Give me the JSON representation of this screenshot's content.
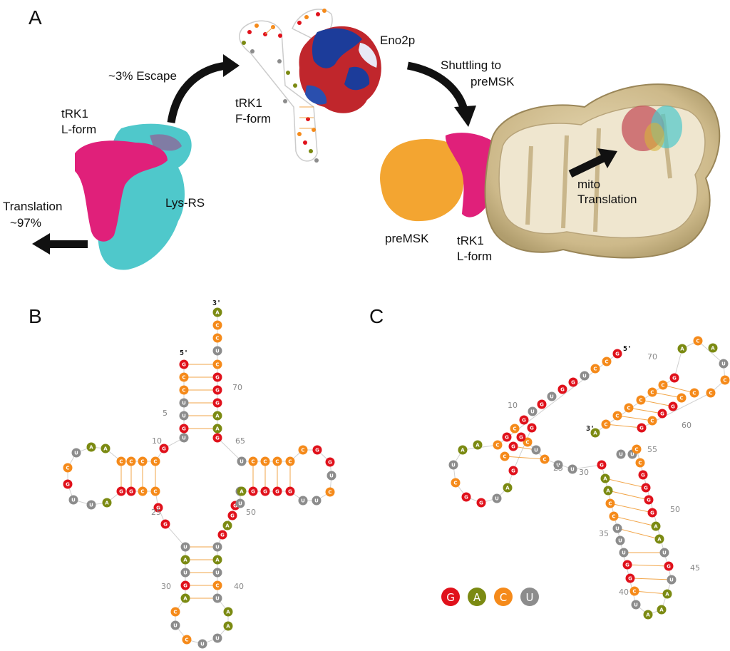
{
  "panels": {
    "a": "A",
    "b": "B",
    "c": "C"
  },
  "labels": {
    "escape": "~3% Escape",
    "trk1_lform_top": "tRK1",
    "lform_top": "L-form",
    "lysrs": "Lys-RS",
    "translation": "Translation",
    "translation_pct": "~97%",
    "trk1_fform": "tRK1",
    "fform": "F-form",
    "eno2p": "Eno2p",
    "shuttling": "Shuttling to",
    "premsk_target": "preMSK",
    "premsk": "preMSK",
    "trk1_lform_bottom": "tRK1",
    "lform_bottom": "L-form",
    "mito": "mito",
    "mito_translation": "Translation"
  },
  "colors": {
    "G": "#e0111b",
    "A": "#7b8a12",
    "C": "#f58a1a",
    "U": "#8c8c8c",
    "pair": "#f2a64a",
    "teal": "#4fc8cb",
    "magenta": "#e0207a",
    "orange": "#f3a531",
    "mito": "#cdb98a"
  },
  "ends": {
    "five": "5'",
    "three": "3'"
  },
  "legend": [
    "G",
    "A",
    "C",
    "U"
  ],
  "panelB": {
    "nts": [
      [
        "A",
        305,
        438
      ],
      [
        "C",
        305,
        456
      ],
      [
        "C",
        305,
        474
      ],
      [
        "U",
        305,
        492
      ],
      [
        "G",
        258,
        511
      ],
      [
        "C",
        258,
        529
      ],
      [
        "C",
        258,
        547
      ],
      [
        "U",
        258,
        565
      ],
      [
        "U",
        258,
        583
      ],
      [
        "G",
        258,
        601
      ],
      [
        "U",
        258,
        614
      ],
      [
        "C",
        305,
        511
      ],
      [
        "G",
        305,
        529
      ],
      [
        "G",
        305,
        547
      ],
      [
        "G",
        305,
        565
      ],
      [
        "A",
        305,
        583
      ],
      [
        "A",
        305,
        601
      ],
      [
        "G",
        305,
        614
      ],
      [
        "G",
        230,
        629
      ],
      [
        "C",
        218,
        647
      ],
      [
        "C",
        200,
        647
      ],
      [
        "C",
        184,
        647
      ],
      [
        "C",
        170,
        647
      ],
      [
        "A",
        148,
        629
      ],
      [
        "A",
        128,
        627
      ],
      [
        "U",
        107,
        635
      ],
      [
        "C",
        95,
        656
      ],
      [
        "G",
        95,
        679
      ],
      [
        "U",
        103,
        701
      ],
      [
        "U",
        128,
        708
      ],
      [
        "A",
        150,
        705
      ],
      [
        "G",
        170,
        689
      ],
      [
        "G",
        184,
        689
      ],
      [
        "C",
        200,
        689
      ],
      [
        "C",
        218,
        689
      ],
      [
        "G",
        222,
        712
      ],
      [
        "G",
        232,
        735
      ],
      [
        "U",
        260,
        767
      ],
      [
        "A",
        260,
        785
      ],
      [
        "U",
        260,
        803
      ],
      [
        "G",
        260,
        821
      ],
      [
        "A",
        260,
        839
      ],
      [
        "U",
        305,
        767
      ],
      [
        "A",
        305,
        785
      ],
      [
        "U",
        305,
        803
      ],
      [
        "C",
        305,
        821
      ],
      [
        "U",
        305,
        839
      ],
      [
        "C",
        246,
        858
      ],
      [
        "U",
        246,
        877
      ],
      [
        "C",
        262,
        897
      ],
      [
        "U",
        284,
        903
      ],
      [
        "U",
        305,
        895
      ],
      [
        "A",
        320,
        878
      ],
      [
        "A",
        320,
        858
      ],
      [
        "G",
        312,
        750
      ],
      [
        "A",
        319,
        737
      ],
      [
        "G",
        326,
        723
      ],
      [
        "G",
        330,
        709
      ],
      [
        "U",
        337,
        689
      ],
      [
        "U",
        337,
        706
      ],
      [
        "A",
        339,
        689
      ],
      [
        "G",
        355,
        689
      ],
      [
        "G",
        372,
        689
      ],
      [
        "G",
        389,
        689
      ],
      [
        "G",
        407,
        689
      ],
      [
        "U",
        425,
        702
      ],
      [
        "U",
        444,
        702
      ],
      [
        "C",
        463,
        690
      ],
      [
        "U",
        465,
        667
      ],
      [
        "G",
        463,
        648
      ],
      [
        "G",
        445,
        631
      ],
      [
        "C",
        425,
        631
      ],
      [
        "C",
        407,
        647
      ],
      [
        "C",
        389,
        647
      ],
      [
        "C",
        372,
        647
      ],
      [
        "C",
        355,
        647
      ],
      [
        "U",
        339,
        647
      ]
    ],
    "nums": [
      [
        "5",
        228,
        583
      ],
      [
        "10",
        213,
        622
      ],
      [
        "25",
        212,
        722
      ],
      [
        "30",
        226,
        826
      ],
      [
        "40",
        328,
        826
      ],
      [
        "50",
        345,
        722
      ],
      [
        "65",
        330,
        622
      ],
      [
        "70",
        326,
        547
      ]
    ]
  },
  "panelC": {
    "nts": [
      [
        "G",
        866,
        496
      ],
      [
        "C",
        851,
        507
      ],
      [
        "C",
        835,
        517
      ],
      [
        "U",
        820,
        527
      ],
      [
        "G",
        804,
        536
      ],
      [
        "G",
        789,
        546
      ],
      [
        "U",
        774,
        556
      ],
      [
        "G",
        760,
        567
      ],
      [
        "U",
        747,
        577
      ],
      [
        "G",
        735,
        589
      ],
      [
        "C",
        722,
        601
      ],
      [
        "G",
        711,
        613
      ],
      [
        "C",
        698,
        624
      ],
      [
        "C",
        740,
        620
      ],
      [
        "U",
        752,
        631
      ],
      [
        "C",
        764,
        644
      ],
      [
        "U",
        783,
        652
      ],
      [
        "U",
        803,
        658
      ],
      [
        "G",
        746,
        600
      ],
      [
        "G",
        731,
        613
      ],
      [
        "G",
        720,
        626
      ],
      [
        "C",
        708,
        640
      ],
      [
        "G",
        720,
        660
      ],
      [
        "A",
        712,
        684
      ],
      [
        "U",
        697,
        699
      ],
      [
        "G",
        675,
        705
      ],
      [
        "G",
        654,
        697
      ],
      [
        "C",
        639,
        677
      ],
      [
        "U",
        636,
        652
      ],
      [
        "A",
        649,
        631
      ],
      [
        "A",
        670,
        624
      ],
      [
        "A",
        835,
        607
      ],
      [
        "C",
        850,
        595
      ],
      [
        "C",
        866,
        583
      ],
      [
        "C",
        882,
        572
      ],
      [
        "C",
        899,
        561
      ],
      [
        "C",
        915,
        550
      ],
      [
        "C",
        930,
        540
      ],
      [
        "G",
        946,
        530
      ],
      [
        "A",
        957,
        489
      ],
      [
        "C",
        979,
        478
      ],
      [
        "A",
        1000,
        488
      ],
      [
        "U",
        1015,
        510
      ],
      [
        "C",
        1017,
        533
      ],
      [
        "C",
        997,
        551
      ],
      [
        "C",
        974,
        551
      ],
      [
        "C",
        956,
        558
      ],
      [
        "G",
        944,
        570
      ],
      [
        "G",
        929,
        580
      ],
      [
        "C",
        915,
        590
      ],
      [
        "G",
        900,
        600
      ],
      [
        "U",
        887,
        637
      ],
      [
        "U",
        871,
        637
      ],
      [
        "G",
        844,
        652
      ],
      [
        "A",
        849,
        671
      ],
      [
        "A",
        853,
        688
      ],
      [
        "C",
        856,
        706
      ],
      [
        "C",
        861,
        724
      ],
      [
        "U",
        866,
        741
      ],
      [
        "U",
        870,
        758
      ],
      [
        "U",
        875,
        775
      ],
      [
        "G",
        880,
        792
      ],
      [
        "G",
        884,
        811
      ],
      [
        "C",
        890,
        829
      ],
      [
        "U",
        892,
        848
      ],
      [
        "A",
        909,
        862
      ],
      [
        "A",
        928,
        855
      ],
      [
        "A",
        936,
        833
      ],
      [
        "U",
        942,
        813
      ],
      [
        "G",
        938,
        794
      ],
      [
        "U",
        932,
        775
      ],
      [
        "A",
        925,
        756
      ],
      [
        "A",
        920,
        738
      ],
      [
        "G",
        915,
        719
      ],
      [
        "G",
        910,
        701
      ],
      [
        "G",
        906,
        684
      ],
      [
        "G",
        902,
        666
      ],
      [
        "C",
        898,
        649
      ],
      [
        "C",
        893,
        630
      ]
    ],
    "nums": [
      [
        "5'",
        874,
        492
      ],
      [
        "10",
        712,
        572
      ],
      [
        "25",
        776,
        660
      ],
      [
        "30",
        812,
        666
      ],
      [
        "55",
        908,
        634
      ],
      [
        "60",
        956,
        600
      ],
      [
        "70",
        908,
        504
      ],
      [
        "3'",
        822,
        604
      ],
      [
        "50",
        940,
        718
      ],
      [
        "35",
        840,
        752
      ],
      [
        "45",
        968,
        800
      ],
      [
        "40",
        868,
        834
      ]
    ]
  }
}
